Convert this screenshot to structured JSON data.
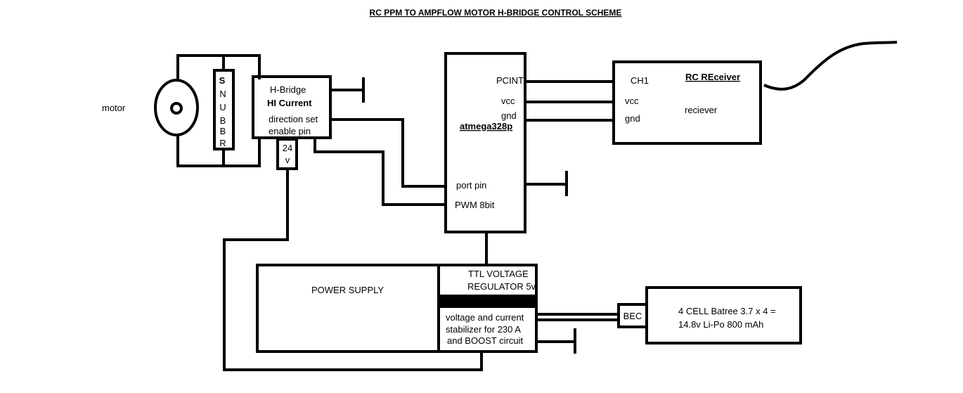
{
  "title": "RC PPM TO AMPFLOW MOTOR H-BRIDGE CONTROL SCHEME",
  "motor": {
    "label": "motor"
  },
  "snubber": {
    "letters": [
      "S",
      "N",
      "U",
      "B",
      "B",
      "R"
    ]
  },
  "hbridge": {
    "line1": "H-Bridge",
    "line2": "HI Current",
    "line3": "direction set",
    "line4": "enable pin",
    "voltage_top": "24",
    "voltage_bottom": "v"
  },
  "mcu": {
    "name": "atmega328p",
    "pin_pcint": "PCINT",
    "pin_vcc": "vcc",
    "pin_gnd": "gnd",
    "pin_port": "port pin",
    "pin_pwm": "PWM  8bit"
  },
  "receiver": {
    "title": "RC REceiver",
    "subtitle": "reciever",
    "pin_ch1": "CH1",
    "pin_vcc": "vcc",
    "pin_gnd": "gnd"
  },
  "power_supply": {
    "label": "POWER SUPPLY",
    "regulator_line1": "TTL VOLTAGE",
    "regulator_line2": "REGULATOR 5v",
    "stabilizer_line1": "voltage and current",
    "stabilizer_line2": "stabilizer for  230 A",
    "stabilizer_line3": "and BOOST circuit"
  },
  "bec": {
    "label": "BEC"
  },
  "battery": {
    "line1": "4 CELL Batree 3.7 x 4 =",
    "line2": "14.8v Li-Po 800 mAh"
  }
}
